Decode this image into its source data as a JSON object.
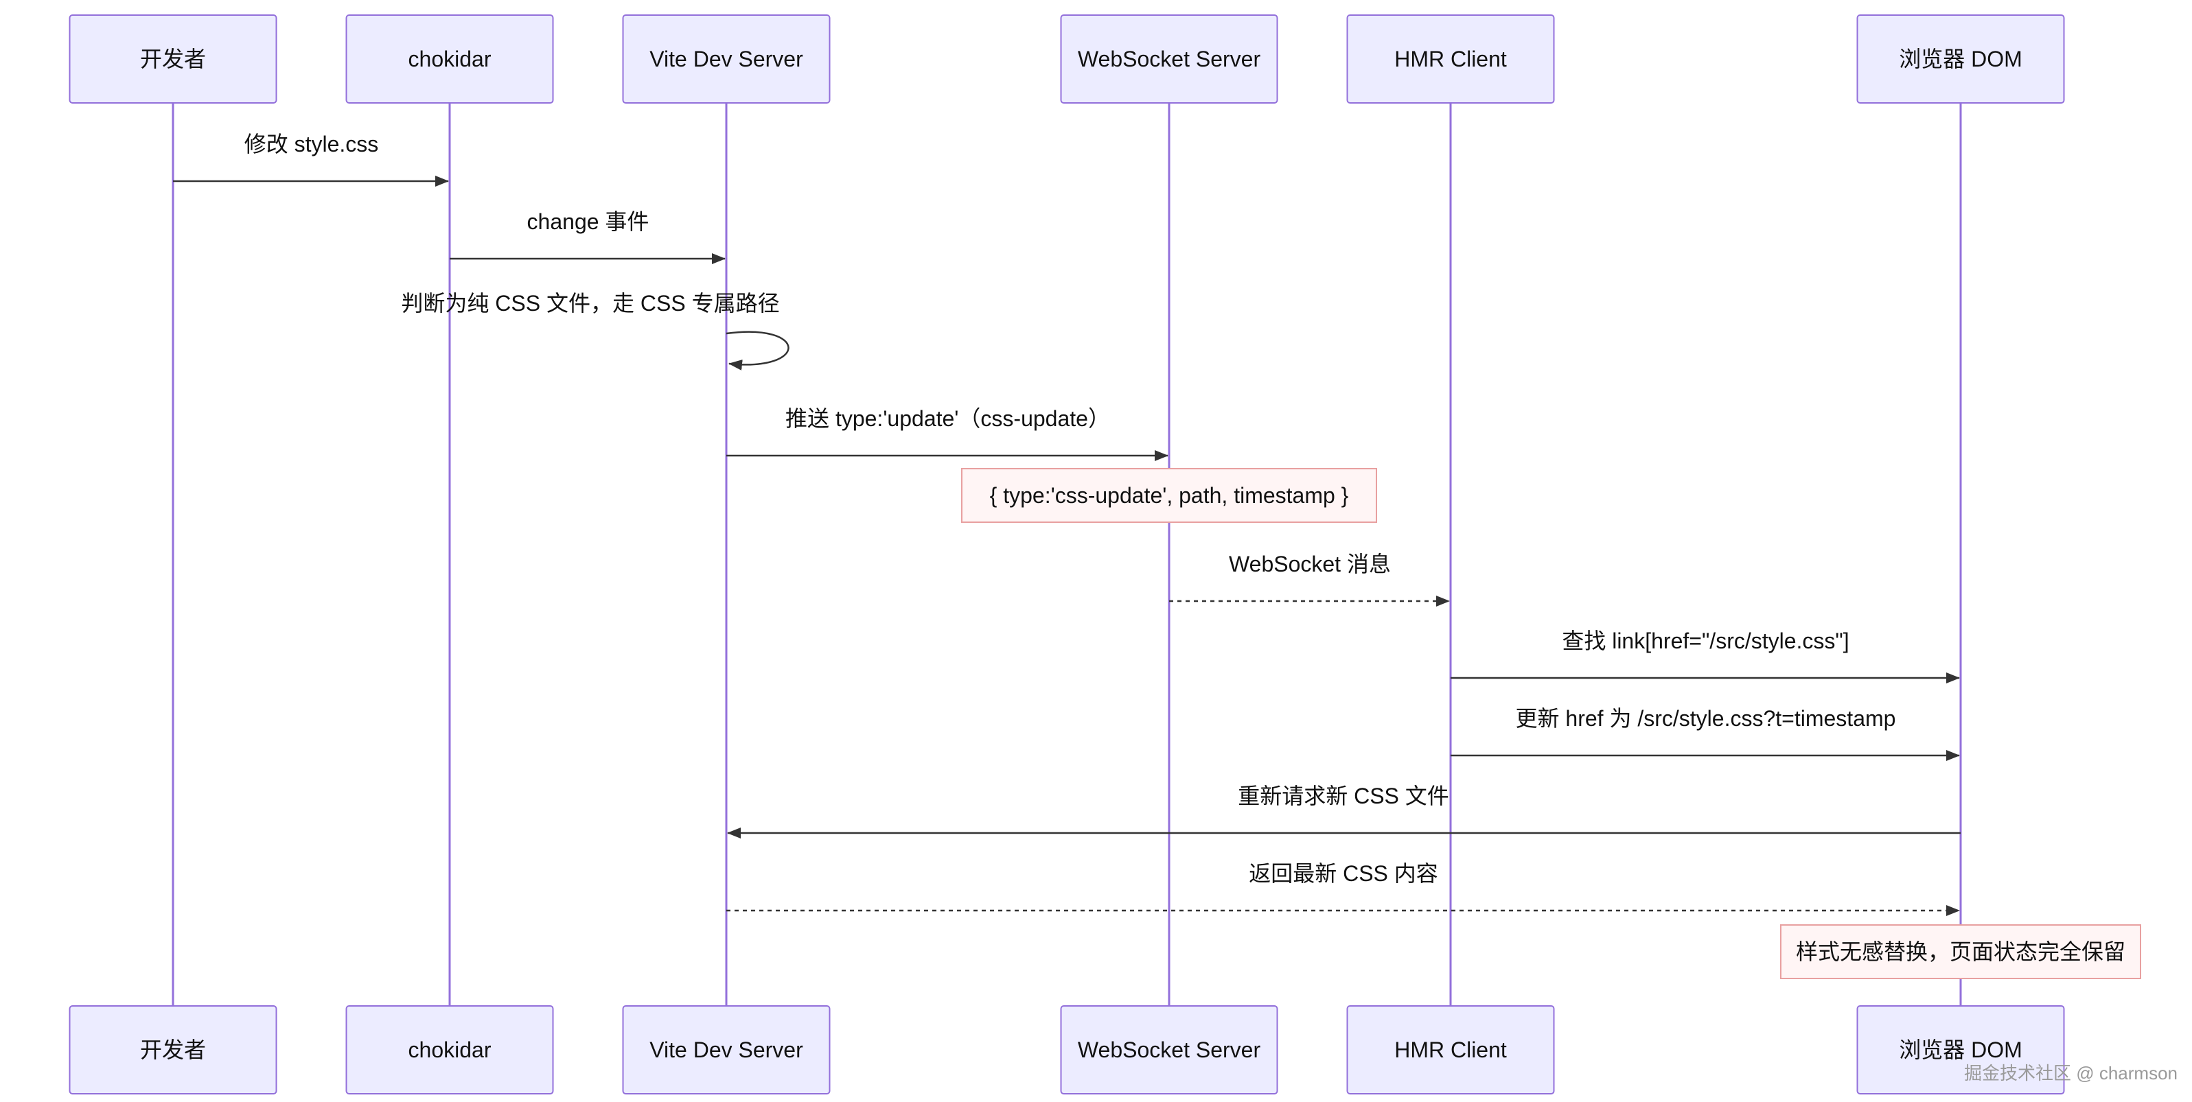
{
  "actors": [
    {
      "id": "dev",
      "label": "开发者"
    },
    {
      "id": "chokidar",
      "label": "chokidar"
    },
    {
      "id": "vite",
      "label": "Vite Dev Server"
    },
    {
      "id": "ws",
      "label": "WebSocket Server"
    },
    {
      "id": "hmr",
      "label": "HMR Client"
    },
    {
      "id": "dom",
      "label": "浏览器 DOM"
    }
  ],
  "messages": [
    {
      "from": "dev",
      "to": "chokidar",
      "label": "修改 style.css",
      "style": "solid"
    },
    {
      "from": "chokidar",
      "to": "vite",
      "label": "change 事件",
      "style": "solid"
    },
    {
      "from": "vite",
      "to": "vite",
      "label": "判断为纯 CSS 文件，走 CSS 专属路径",
      "style": "solid"
    },
    {
      "from": "vite",
      "to": "ws",
      "label": "推送 type:'update'（css-update）",
      "style": "solid"
    },
    {
      "from": "ws",
      "to": "hmr",
      "label": "WebSocket 消息",
      "style": "dashed"
    },
    {
      "from": "hmr",
      "to": "dom",
      "label": "查找 link[href=\"/src/style.css\"]",
      "style": "solid"
    },
    {
      "from": "hmr",
      "to": "dom",
      "label": "更新 href 为 /src/style.css?t=timestamp",
      "style": "solid"
    },
    {
      "from": "dom",
      "to": "vite",
      "label": "重新请求新 CSS 文件",
      "style": "solid"
    },
    {
      "from": "vite",
      "to": "dom",
      "label": "返回最新 CSS 内容",
      "style": "dashed"
    }
  ],
  "notes": [
    {
      "over": "ws",
      "text": "{ type:'css-update', path, timestamp }"
    },
    {
      "over": "dom",
      "text": "样式无感替换，页面状态完全保留"
    }
  ],
  "watermark": "掘金技术社区 @ charmson",
  "colors": {
    "actor_fill": "#ececff",
    "actor_stroke": "#9370db",
    "lifeline": "#9370db",
    "message": "#333333",
    "note_fill": "#fff5f5",
    "note_stroke": "#e8a0a0"
  }
}
